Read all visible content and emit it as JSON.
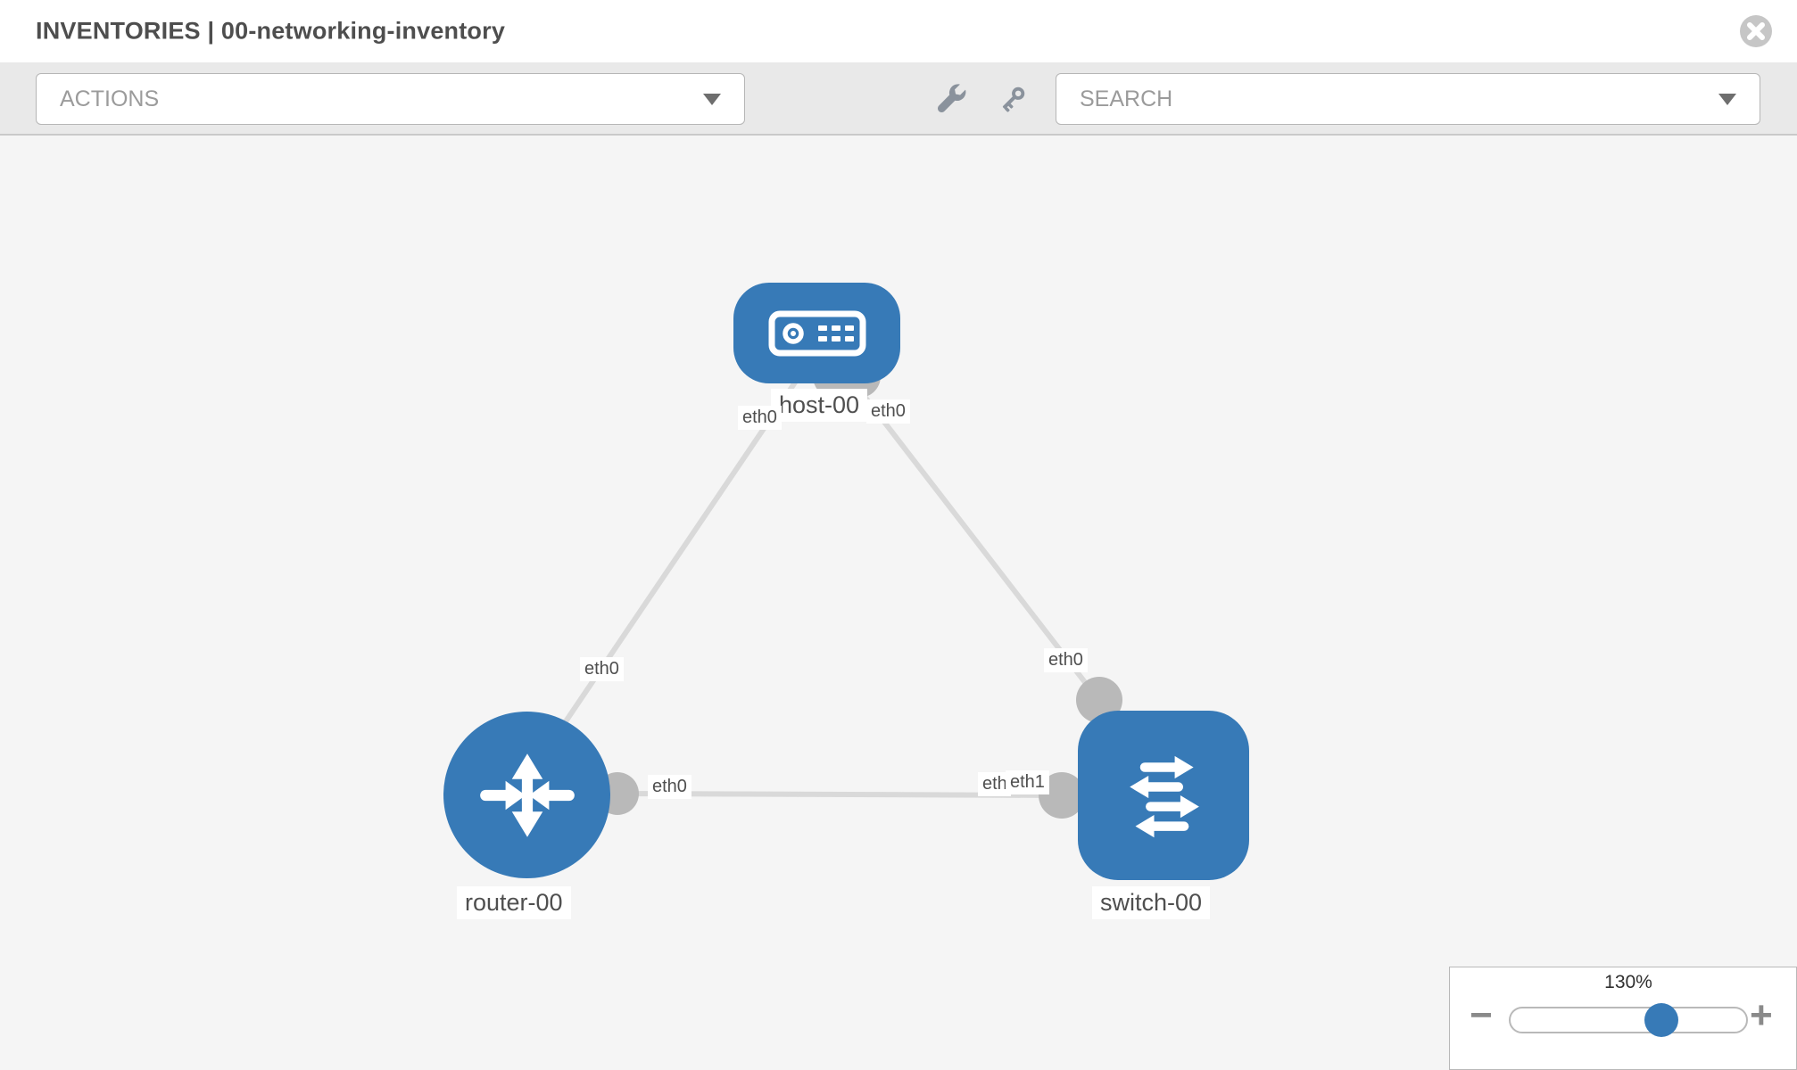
{
  "header": {
    "title": "INVENTORIES | 00-networking-inventory"
  },
  "toolbar": {
    "actions_label": "ACTIONS",
    "search_label": "SEARCH"
  },
  "topology": {
    "nodes": [
      {
        "id": "host-00",
        "label": "host-00",
        "type": "host"
      },
      {
        "id": "router-00",
        "label": "router-00",
        "type": "router"
      },
      {
        "id": "switch-00",
        "label": "switch-00",
        "type": "switch"
      }
    ],
    "links": [
      {
        "from": "host-00",
        "from_if": "eth0",
        "to": "router-00",
        "to_if": "eth0"
      },
      {
        "from": "host-00",
        "from_if": "eth0",
        "to": "switch-00",
        "to_if": "eth0"
      },
      {
        "from": "router-00",
        "from_if": "eth0",
        "to": "switch-00",
        "to_if": "eth1"
      }
    ],
    "partially_hidden_label": "eth0"
  },
  "zoom_control": {
    "value": "130%",
    "percent": 130,
    "minus_label": "−",
    "plus_label": "+"
  },
  "colors": {
    "node_blue": "#377ab7",
    "link_gray": "#d9d9d9",
    "port_gray": "#b9b9b9",
    "toolbar_bg": "#e9e9e9",
    "canvas_bg": "#f5f5f5",
    "title_text": "#4e4e4e"
  }
}
